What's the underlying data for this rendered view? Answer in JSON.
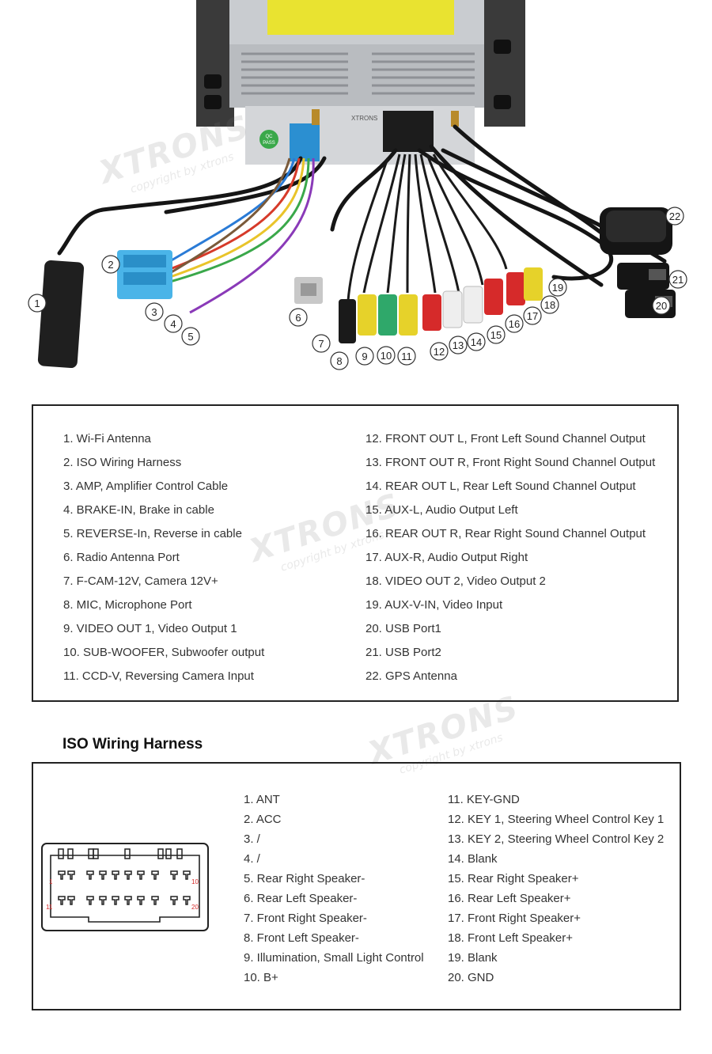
{
  "watermark": {
    "brand": "XTRONS",
    "copyright": "copyright by xtrons"
  },
  "photo": {
    "unit_text": {
      "qc": "QC",
      "pass": "PASS",
      "brand": "XTRONS"
    },
    "callouts": [
      {
        "num": "1"
      },
      {
        "num": "2"
      },
      {
        "num": "3"
      },
      {
        "num": "4"
      },
      {
        "num": "5"
      },
      {
        "num": "6"
      },
      {
        "num": "7"
      },
      {
        "num": "8"
      },
      {
        "num": "9"
      },
      {
        "num": "10"
      },
      {
        "num": "11"
      },
      {
        "num": "12"
      },
      {
        "num": "13"
      },
      {
        "num": "14"
      },
      {
        "num": "15"
      },
      {
        "num": "16"
      },
      {
        "num": "17"
      },
      {
        "num": "18"
      },
      {
        "num": "19"
      },
      {
        "num": "20"
      },
      {
        "num": "21"
      },
      {
        "num": "22"
      }
    ]
  },
  "legend": {
    "left": [
      "1. Wi-Fi Antenna",
      "2. ISO Wiring Harness",
      "3. AMP, Amplifier Control Cable",
      "4. BRAKE-IN, Brake in cable",
      "5. REVERSE-In, Reverse in cable",
      "6. Radio Antenna Port",
      "7. F-CAM-12V, Camera 12V+",
      "8. MIC, Microphone Port",
      "9. VIDEO OUT 1, Video Output 1",
      "10. SUB-WOOFER, Subwoofer output",
      "11. CCD-V, Reversing Camera Input"
    ],
    "right": [
      "12. FRONT OUT L, Front Left Sound Channel Output",
      "13. FRONT OUT R, Front Right Sound Channel Output",
      "14. REAR OUT L, Rear Left Sound Channel Output",
      "15. AUX-L, Audio Output Left",
      "16. REAR OUT R, Rear Right Sound Channel Output",
      "17. AUX-R, Audio Output Right",
      "18. VIDEO OUT 2, Video Output 2",
      "19. AUX-V-IN, Video Input",
      "20. USB Port1",
      "21. USB Port2",
      "22. GPS Antenna"
    ]
  },
  "iso": {
    "title": "ISO Wiring Harness",
    "connector_labels": {
      "p1": "1",
      "p10": "10",
      "p11": "11",
      "p20": "20"
    },
    "pins_a": [
      "1. ANT",
      "2. ACC",
      "3. /",
      "4. /",
      "5. Rear Right Speaker-",
      "6. Rear Left Speaker-",
      "7. Front Right Speaker-",
      "8. Front Left Speaker-",
      "9. Illumination, Small Light Control",
      "10. B+"
    ],
    "pins_b": [
      "11. KEY-GND",
      "12. KEY 1, Steering Wheel Control Key 1",
      "13. KEY 2, Steering Wheel Control Key 2",
      "14. Blank",
      "15. Rear Right Speaker+",
      "16. Rear Left Speaker+",
      "17. Front Right Speaker+",
      "18. Front Left Speaker+",
      "19. Blank",
      "20. GND"
    ]
  }
}
